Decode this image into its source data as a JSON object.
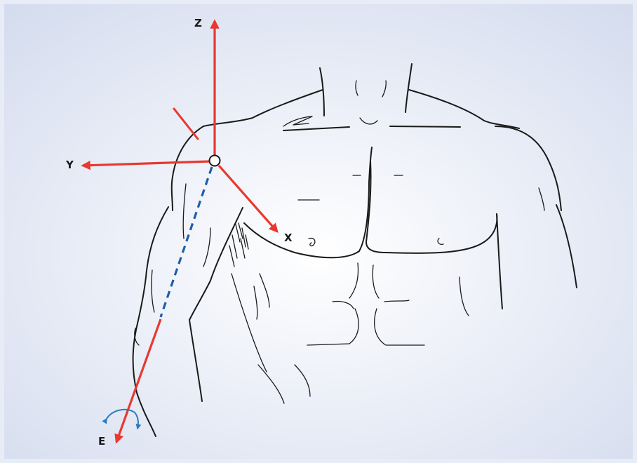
{
  "colors": {
    "background_center": "#ffffff",
    "background_edge": "#d3dbee",
    "frame_border": "#e8ecf6",
    "axis_red": "#e8382f",
    "axis_dashed_blue": "#1f5ea8",
    "rotation_arrow_blue": "#2c7bbf",
    "outline": "#1a1a1a"
  },
  "axes": {
    "z": {
      "label": "Z",
      "icon": "arrow-up-icon"
    },
    "y": {
      "label": "Y",
      "icon": "arrow-left-icon"
    },
    "x": {
      "label": "X",
      "icon": "arrow-down-right-icon"
    },
    "e": {
      "label": "E",
      "icon": "arrow-down-left-icon"
    }
  },
  "rotation_indicator": {
    "icon": "rotation-arrows-icon"
  },
  "joint_center": {
    "icon": "circle-icon"
  },
  "figure": {
    "subject": "torso-outline"
  }
}
